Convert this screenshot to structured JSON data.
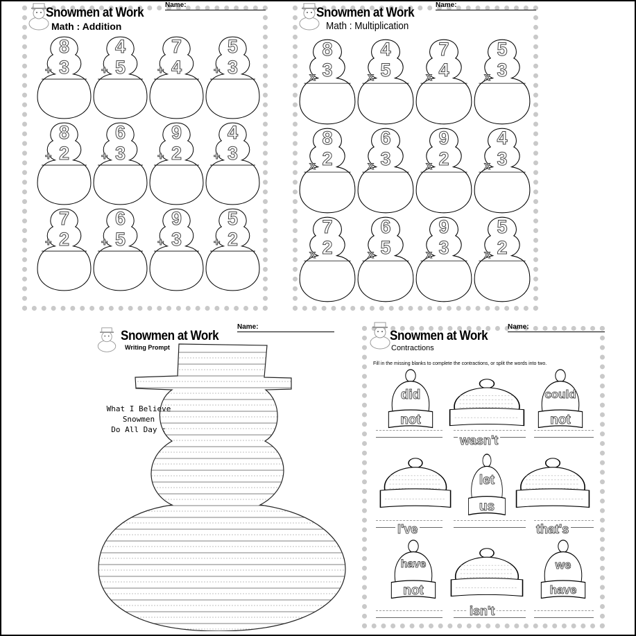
{
  "worksheets": [
    {
      "title": "Snowmen at Work",
      "subtitle": "Math : Addition",
      "name_label": "Name:",
      "operator": "+",
      "problems": [
        [
          "8",
          "3"
        ],
        [
          "4",
          "5"
        ],
        [
          "7",
          "4"
        ],
        [
          "5",
          "3"
        ],
        [
          "8",
          "2"
        ],
        [
          "6",
          "3"
        ],
        [
          "9",
          "2"
        ],
        [
          "4",
          "3"
        ],
        [
          "7",
          "2"
        ],
        [
          "6",
          "5"
        ],
        [
          "9",
          "3"
        ],
        [
          "5",
          "2"
        ]
      ]
    },
    {
      "title": "Snowmen at Work",
      "subtitle": "Math : Multiplication",
      "name_label": "Name:",
      "operator": "x",
      "problems": [
        [
          "8",
          "3"
        ],
        [
          "4",
          "5"
        ],
        [
          "7",
          "4"
        ],
        [
          "5",
          "3"
        ],
        [
          "8",
          "2"
        ],
        [
          "6",
          "3"
        ],
        [
          "9",
          "2"
        ],
        [
          "4",
          "3"
        ],
        [
          "7",
          "2"
        ],
        [
          "6",
          "5"
        ],
        [
          "9",
          "3"
        ],
        [
          "5",
          "2"
        ]
      ]
    },
    {
      "title": "Snowmen at Work",
      "subtitle": "Writing Prompt",
      "name_label": "Name:",
      "prompt_lines": [
        "What I Believe",
        "Snowmen",
        "Do All Day :"
      ]
    },
    {
      "title": "Snowmen at Work",
      "subtitle": "Contractions",
      "name_label": "Name:",
      "instructions": "Fill in the missing blanks to complete the contractions, or split the words into two.",
      "hats": [
        {
          "top": "did",
          "bottom": "not"
        },
        {
          "top": "",
          "bottom": ""
        },
        {
          "top": "could",
          "bottom": "not"
        },
        {
          "top": "",
          "bottom": ""
        },
        {
          "top": "let",
          "bottom": "us"
        },
        {
          "top": "",
          "bottom": ""
        },
        {
          "top": "have",
          "bottom": "not"
        },
        {
          "top": "",
          "bottom": ""
        },
        {
          "top": "we",
          "bottom": "have"
        }
      ],
      "answers": [
        "wasn't",
        "I've",
        "that's",
        "isn't"
      ]
    }
  ]
}
